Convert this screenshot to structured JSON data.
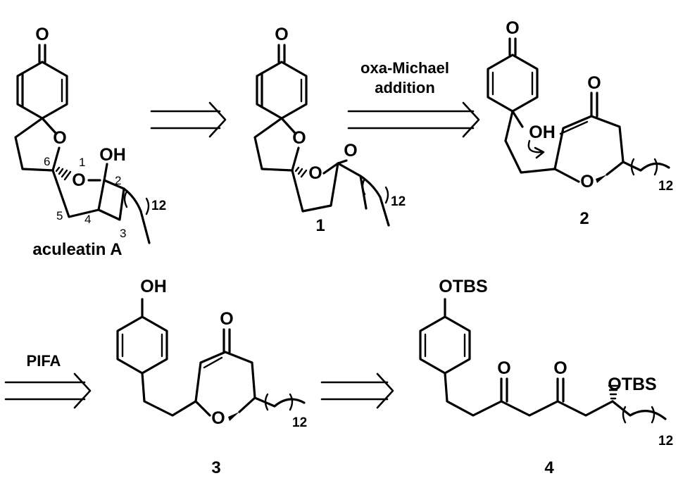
{
  "compounds": {
    "aculeatin": {
      "name": "aculeatin A",
      "atoms": {
        "ketone_o": "O",
        "ring_o": "O",
        "oh": "OH",
        "bridge_o": "O"
      },
      "locants": [
        "1",
        "2",
        "3",
        "4",
        "5",
        "6"
      ],
      "chain_count": "12"
    },
    "c1": {
      "label": "1",
      "atoms": {
        "ketone_o": "O",
        "ring_o": "O",
        "bridge_o": "O",
        "ketone2_o": "O"
      },
      "chain_count": "12"
    },
    "c2": {
      "label": "2",
      "atoms": {
        "ketone_o": "O",
        "oh": "OH",
        "ring_o": "O",
        "pyranone_o": "O"
      },
      "chain_count": "12"
    },
    "c3": {
      "label": "3",
      "atoms": {
        "oh": "OH",
        "ring_o": "O",
        "pyranone_o": "O"
      },
      "chain_count": "12"
    },
    "c4": {
      "label": "4",
      "atoms": {
        "otbs_top": "OTBS",
        "keto1_o": "O",
        "keto2_o": "O",
        "otbs_side": "OTBS"
      },
      "chain_count": "12"
    }
  },
  "arrows": {
    "a1": {
      "label": ""
    },
    "a2": {
      "label_line1": "oxa-Michael",
      "label_line2": "addition"
    },
    "a3": {
      "label": "PIFA"
    },
    "a4": {
      "label": ""
    }
  }
}
